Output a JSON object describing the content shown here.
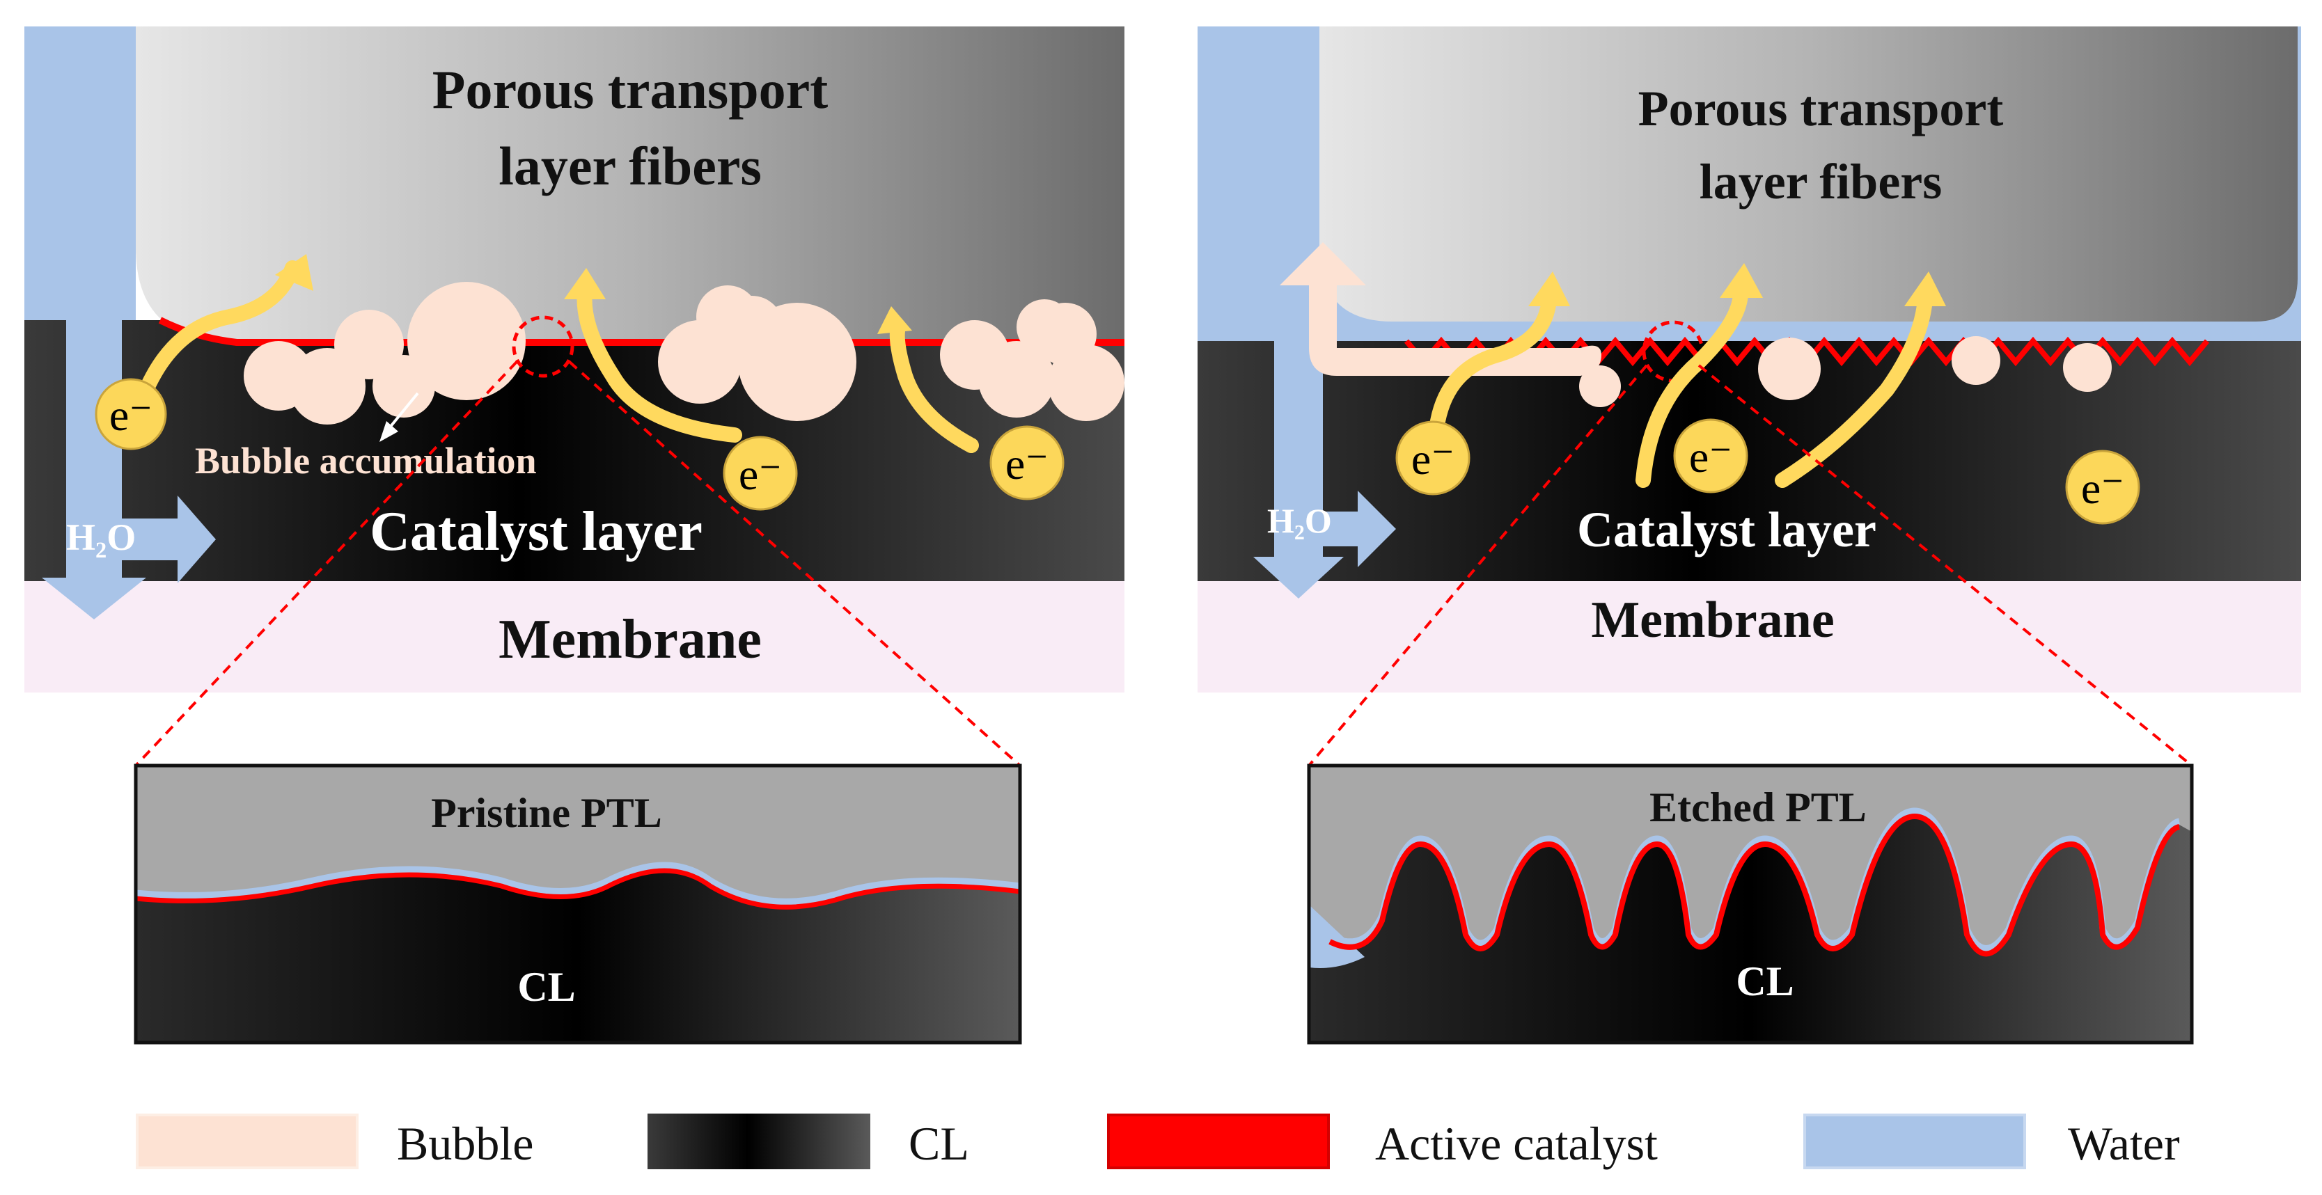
{
  "left_panel": {
    "ptl_label_line1": "Porous transport",
    "ptl_label_line2": "layer fibers",
    "catalyst_label": "Catalyst layer",
    "membrane_label": "Membrane",
    "bubble_note": "Bubble accumulation",
    "water_label": "H₂O",
    "electron_label": "e⁻",
    "inset": {
      "top_label": "Pristine PTL",
      "bottom_label": "CL"
    }
  },
  "right_panel": {
    "ptl_label_line1": "Porous transport",
    "ptl_label_line2": "layer fibers",
    "catalyst_label": "Catalyst layer",
    "membrane_label": "Membrane",
    "water_label": "H₂O",
    "electron_label": "e⁻",
    "inset": {
      "top_label": "Etched PTL",
      "bottom_label": "CL"
    }
  },
  "legend": [
    {
      "label": "Bubble",
      "icon": "bubble-swatch",
      "color": "#fde2d3"
    },
    {
      "label": "CL",
      "icon": "cl-gradient-swatch",
      "color": "#000000"
    },
    {
      "label": "Active catalyst",
      "icon": "active-catalyst-swatch",
      "color": "#ff0000"
    },
    {
      "label": "Water",
      "icon": "water-swatch",
      "color": "#a9c4e8"
    }
  ],
  "colors": {
    "bubble": "#fde2d3",
    "active_catalyst": "#ff0000",
    "water": "#a9c4e8",
    "membrane": "#f9ecf6",
    "electron": "#fcd75a",
    "arrow": "#ffd95e"
  }
}
